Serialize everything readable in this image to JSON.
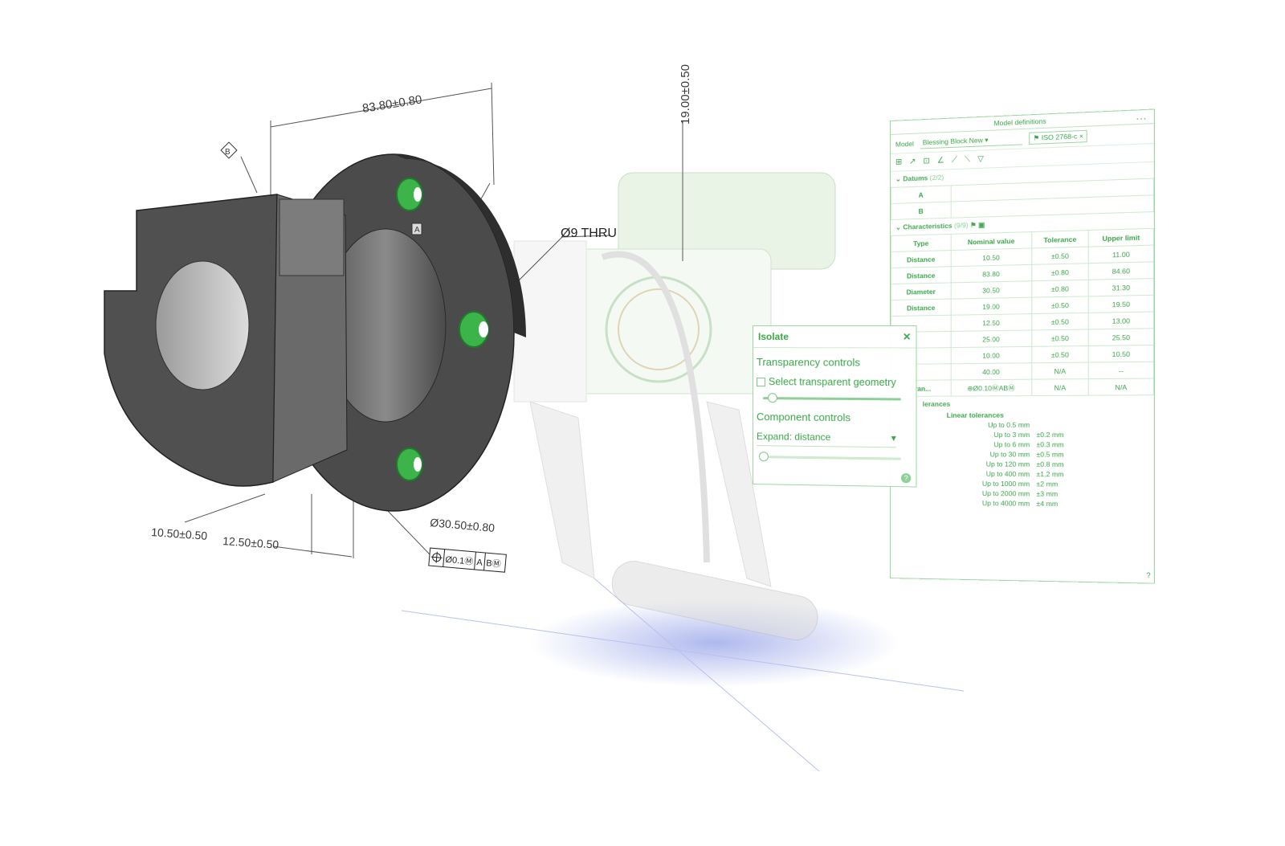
{
  "dimensions": {
    "width": "83.80±0.80",
    "height": "19.00±0.50",
    "thru": "Ø9 THRU",
    "thick1": "10.50±0.50",
    "thick2": "12.50±0.50",
    "diameter": "Ø30.50±0.80",
    "datum_b": "B",
    "datum_a": "A",
    "fcf": [
      "Ø0.1Ⓜ",
      "A",
      "BⓂ"
    ]
  },
  "panel": {
    "title": "Model definitions",
    "more": "...",
    "model_label": "Model",
    "model_value": "Blessing Block New",
    "standard": "ISO 2768-c",
    "datums_label": "Datums",
    "datums_count": "(2/2)",
    "datums": [
      "A",
      "B"
    ],
    "characteristics_label": "Characteristics",
    "characteristics_count": "(9/9)",
    "headers": [
      "Type",
      "Nominal value",
      "Tolerance",
      "Upper limit"
    ],
    "rows": [
      [
        "Distance",
        "10.50",
        "±0.50",
        "11.00"
      ],
      [
        "Distance",
        "83.80",
        "±0.80",
        "84.60"
      ],
      [
        "Diameter",
        "30.50",
        "±0.80",
        "31.30"
      ],
      [
        "Distance",
        "19.00",
        "±0.50",
        "19.50"
      ],
      [
        "",
        "12.50",
        "±0.50",
        "13.00"
      ],
      [
        "",
        "25.00",
        "±0.50",
        "25.50"
      ],
      [
        "",
        "10.00",
        "±0.50",
        "10.50"
      ],
      [
        "",
        "40.00",
        "N/A",
        "--"
      ],
      [
        "eran...",
        "⊕Ø0.10ⓂABⓂ",
        "N/A",
        "N/A"
      ]
    ],
    "tolerances_label": "lerances",
    "linear_label": "Linear tolerances",
    "linear": [
      [
        "Up to 0.5 mm",
        ""
      ],
      [
        "Up to 3 mm",
        "±0.2 mm"
      ],
      [
        "Up to 6 mm",
        "±0.3 mm"
      ],
      [
        "Up to 30 mm",
        "±0.5 mm"
      ],
      [
        "Up to 120 mm",
        "±0.8 mm"
      ],
      [
        "Up to 400 mm",
        "±1.2 mm"
      ],
      [
        "Up to 1000 mm",
        "±2 mm"
      ],
      [
        "Up to 2000 mm",
        "±3 mm"
      ],
      [
        "Up to 4000 mm",
        "±4 mm"
      ]
    ]
  },
  "isolate": {
    "title": "Isolate",
    "transparency_label": "Transparency controls",
    "checkbox_label": "Select transparent geometry",
    "component_label": "Component controls",
    "expand_value": "Expand: distance",
    "help": "?"
  },
  "colors": {
    "accent": "#3aa64a",
    "part": "#4a4a4a",
    "hole": "#3cb44a"
  }
}
